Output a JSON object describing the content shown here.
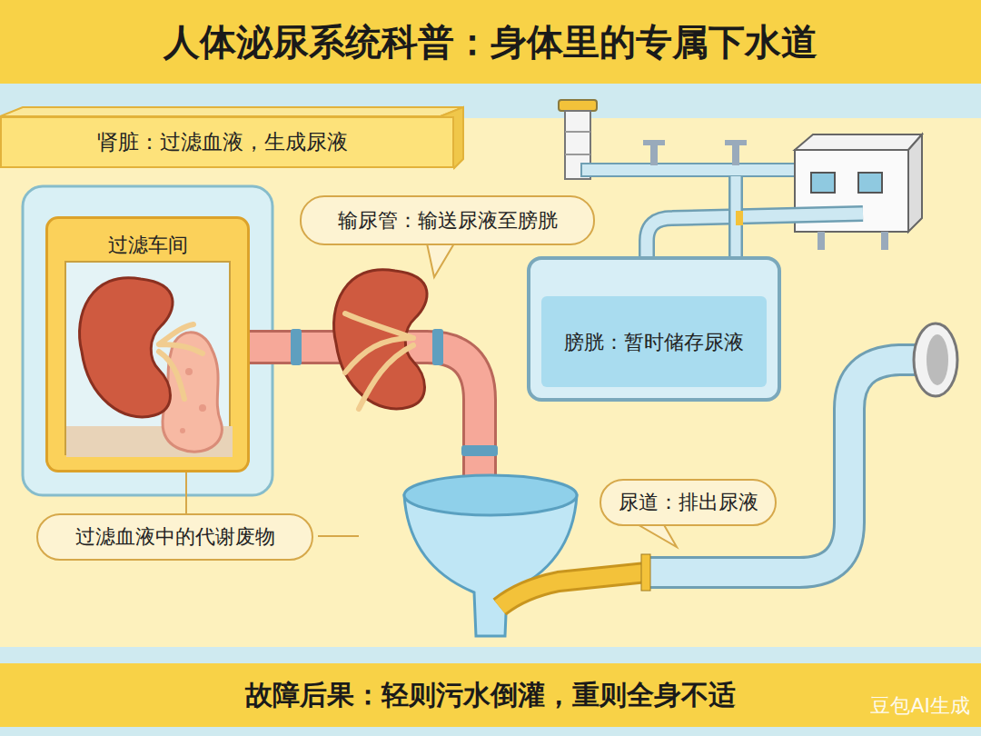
{
  "diagram": {
    "title": "人体泌尿系统科普：身体里的专属下水道",
    "caption": "故障后果：轻则污水倒灌，重则全身不适",
    "nodes": [
      {
        "text": [
          "肾脏：过滤血液，生成尿液"
        ]
      },
      {
        "text": [
          "过滤车间"
        ]
      },
      {
        "text": [
          "输尿管：输送尿液至膀胱"
        ]
      },
      {
        "text": [
          "膀胱：暂时储存尿液"
        ]
      },
      {
        "text": [
          "过滤血液中的代谢废物"
        ]
      },
      {
        "text": [
          "尿道：排出尿液"
        ]
      }
    ],
    "edges": [
      {
        "from": 4,
        "to": 1,
        "arrow": "none"
      }
    ],
    "labels": [
      "豆包AI生成"
    ]
  }
}
